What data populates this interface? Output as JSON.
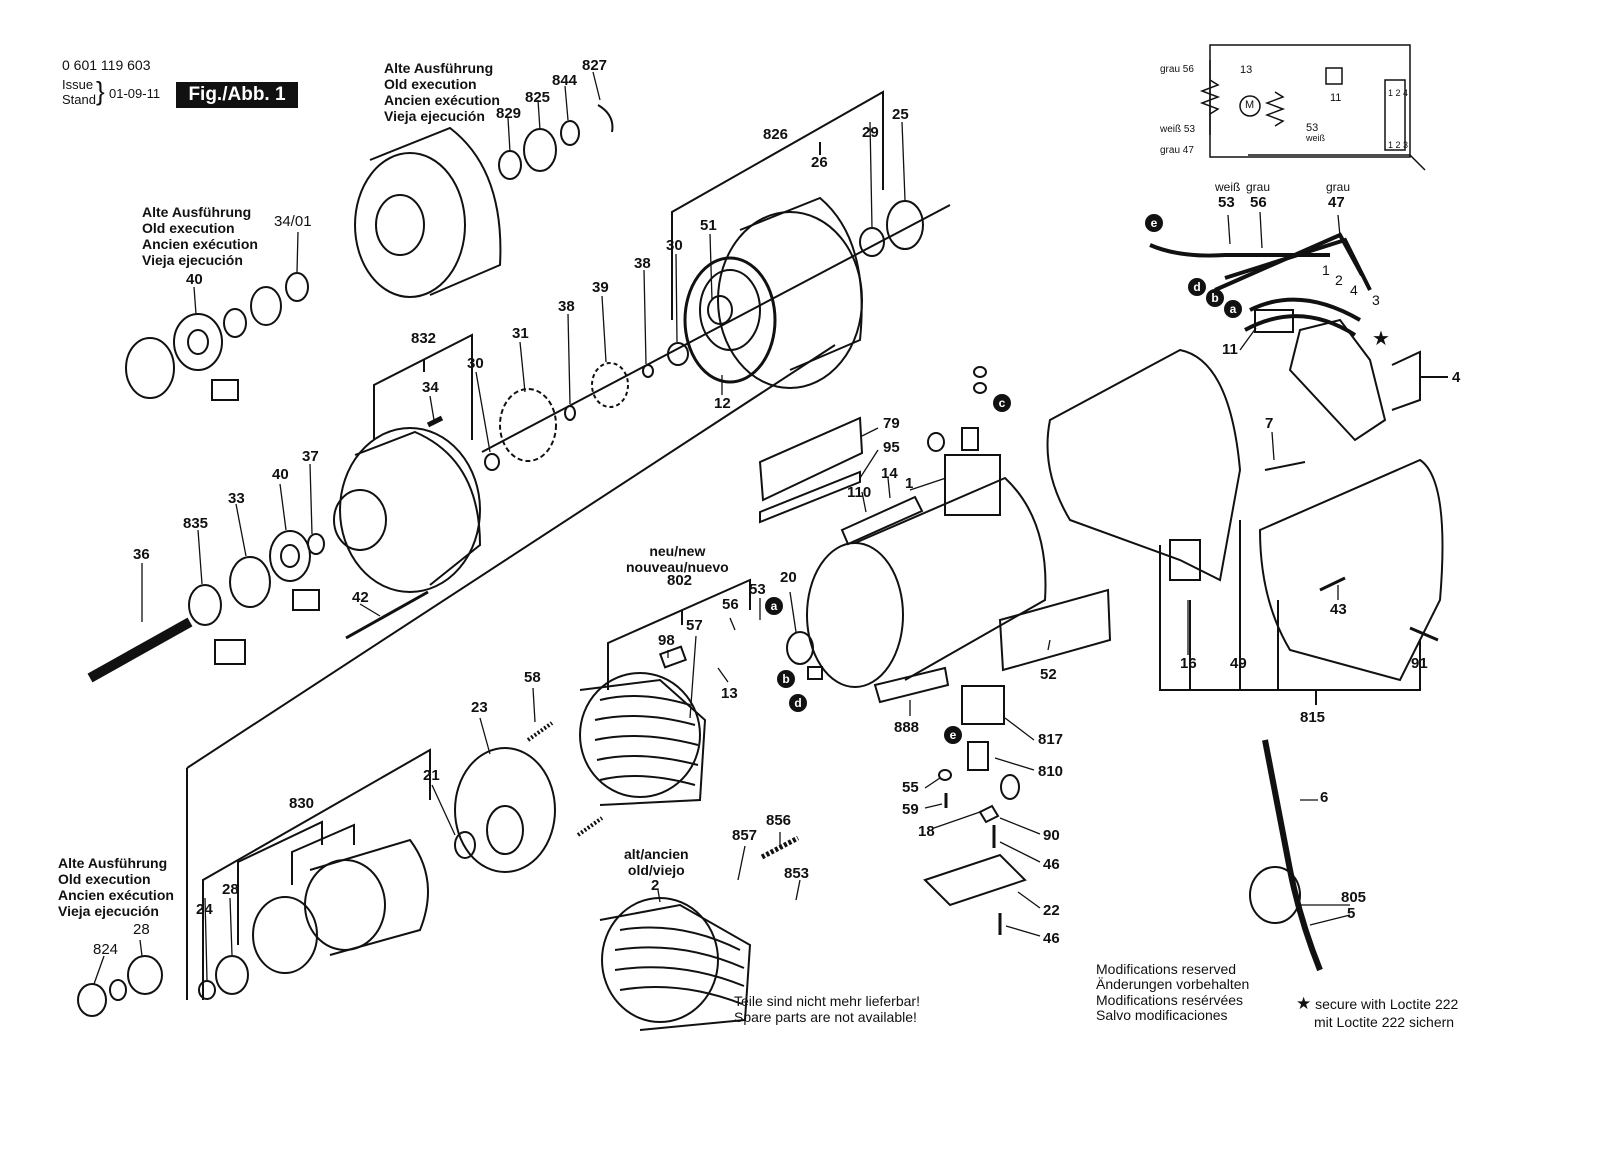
{
  "header": {
    "part_number": "0 601 119 603",
    "issue_label": "Issue",
    "stand_label": "Stand",
    "issue_date": "01-09-11",
    "figure_label": "Fig./Abb. 1"
  },
  "old_execution_block": [
    "Alte Ausführung",
    "Old execution",
    "Ancien exécution",
    "Vieja ejecución"
  ],
  "new_label": [
    "neu/new",
    "nouveau/nuevo"
  ],
  "old_label": [
    "alt/ancien",
    "old/viejo"
  ],
  "not_available": [
    "Teile sind nicht mehr lieferbar!",
    "Spare parts are not available!"
  ],
  "modifications": [
    "Modifications reserved",
    "Änderungen vorbehalten",
    "Modifications resérvées",
    "Salvo modificaciones"
  ],
  "loctite": [
    "secure with Loctite 222",
    "mit Loctite 222 sichern"
  ],
  "wiring": {
    "grau56": "grau 56",
    "weiss53": "weiß 53",
    "grau47": "grau 47",
    "n13": "13",
    "n11": "11",
    "n53": "53",
    "weiss": "weiß",
    "t124": "1 2 4",
    "t123": "1 2 3",
    "motor": "M"
  },
  "wire_labels": {
    "weiss": "weiß",
    "grau": "grau",
    "grau2": "grau"
  },
  "callouts": {
    "c827": "827",
    "c844": "844",
    "c825": "825",
    "c829": "829",
    "c826": "826",
    "c26": "26",
    "c29": "29",
    "c25": "25",
    "c34_01": "34/01",
    "c40a": "40",
    "c51": "51",
    "c30a": "30",
    "c38a": "38",
    "c39": "39",
    "c38b": "38",
    "c12": "12",
    "c832": "832",
    "c34": "34",
    "c30b": "30",
    "c31": "31",
    "c37": "37",
    "c40b": "40",
    "c33": "33",
    "c835": "835",
    "c36": "36",
    "c42": "42",
    "c79": "79",
    "c95": "95",
    "c14": "14",
    "c110": "110",
    "c1": "1",
    "c802": "802",
    "c53": "53",
    "c56": "56",
    "c98": "98",
    "c57": "57",
    "c13": "13",
    "c20": "20",
    "c58": "58",
    "c23": "23",
    "c21": "21",
    "c830": "830",
    "c24": "24",
    "c28a": "28",
    "c28b": "28",
    "c824": "824",
    "c2": "2",
    "c857": "857",
    "c856": "856",
    "c853": "853",
    "c888": "888",
    "c52": "52",
    "c817": "817",
    "c810": "810",
    "c55": "55",
    "c59": "59",
    "c18": "18",
    "c90": "90",
    "c46a": "46",
    "c22": "22",
    "c46b": "46",
    "w53": "53",
    "w56": "56",
    "w47": "47",
    "w11": "11",
    "w4": "4",
    "c7": "7",
    "c16": "16",
    "c49": "49",
    "c43": "43",
    "c91": "91",
    "c815": "815",
    "c6": "6",
    "c805": "805",
    "c5": "5"
  },
  "wire_nums": [
    "1",
    "2",
    "4",
    "3"
  ],
  "markers": {
    "a": "a",
    "b": "b",
    "c": "c",
    "d": "d",
    "e": "e"
  }
}
